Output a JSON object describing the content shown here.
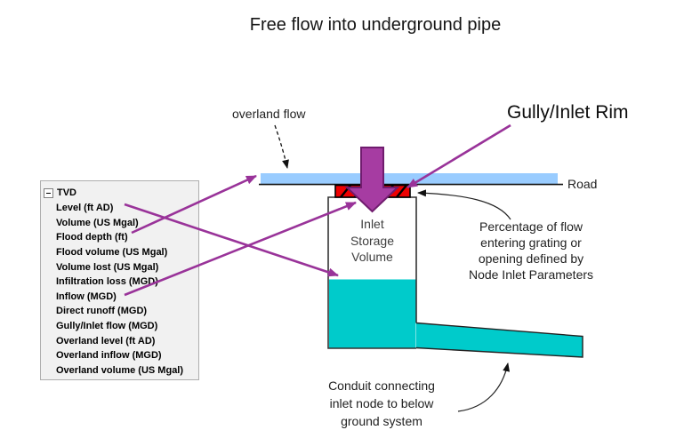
{
  "title": "Free flow into underground pipe",
  "tree": {
    "root_label": "TVD",
    "items": [
      "Level (ft AD)",
      "Volume (US Mgal)",
      "Flood depth (ft)",
      "Flood volume (US Mgal)",
      "Volume lost (US Mgal)",
      "Infiltration loss (MGD)",
      "Inflow (MGD)",
      "Direct runoff (MGD)",
      "Gully/Inlet flow (MGD)",
      "Overland level (ft AD)",
      "Overland inflow (MGD)",
      "Overland volume (US Mgal)"
    ]
  },
  "diagram": {
    "labels": {
      "overland_flow": "overland flow",
      "gully_inlet_rim": "Gully/Inlet Rim",
      "road": "Road",
      "inlet_storage": [
        "Inlet",
        "Storage",
        "Volume"
      ],
      "percentage_note": [
        "Percentage of flow",
        "entering grating or",
        "opening defined by",
        "Node Inlet Parameters"
      ],
      "conduit_note": [
        "Conduit connecting",
        "inlet node to below",
        "ground system"
      ]
    },
    "colors": {
      "road_water": "#99CCFF",
      "grating_red": "#EE0000",
      "storage_water": "#00CBCB",
      "arrow_purple": "#993399",
      "big_arrow_fill": "#A63CA2",
      "big_arrow_stroke": "#701C6E",
      "outline_dark": "#222222"
    }
  }
}
